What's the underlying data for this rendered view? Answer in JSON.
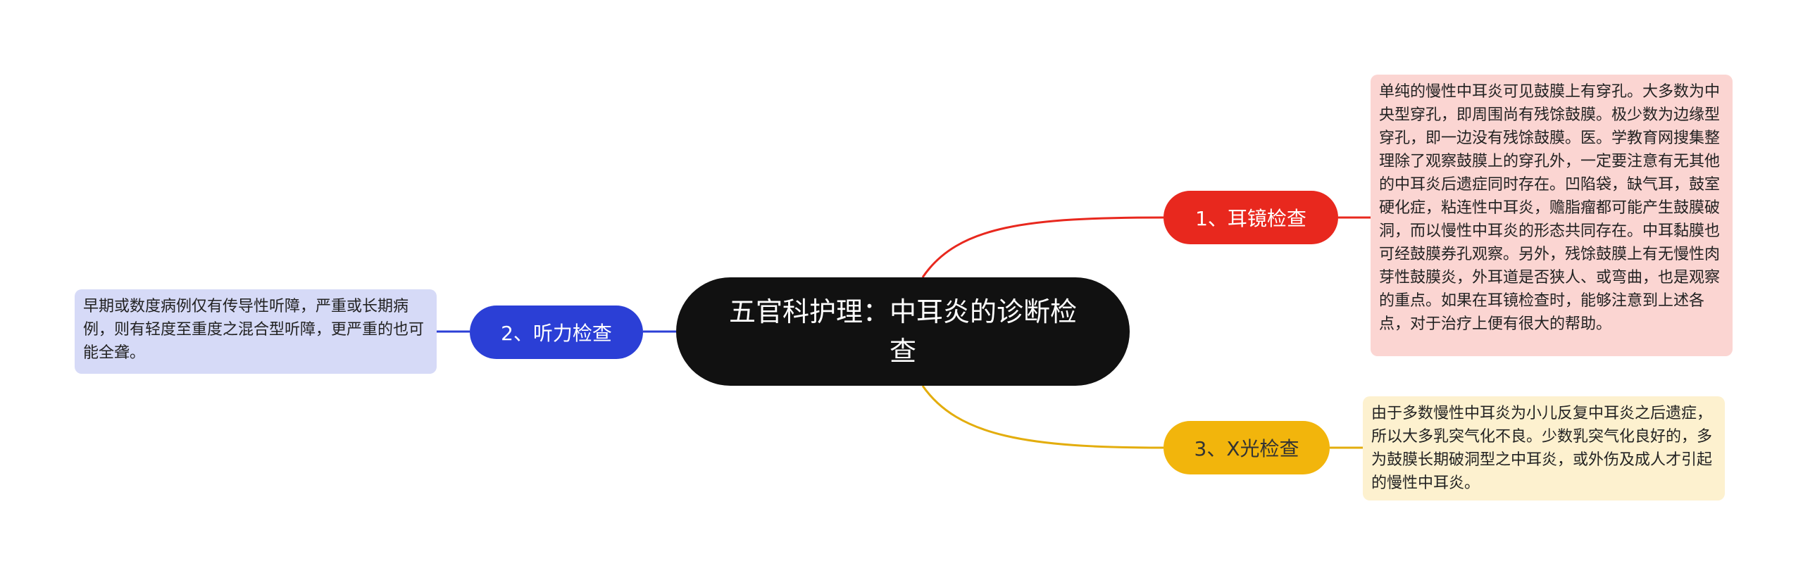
{
  "root": {
    "title": "五官科护理：中耳炎的诊断检查"
  },
  "branches": [
    {
      "label": "1、耳镜检查",
      "color": "#e8281e",
      "detail": "单纯的慢性中耳炎可见鼓膜上有穿孔。大多数为中央型穿孔，即周围尚有残馀鼓膜。极少数为边缘型穿孔，即一边没有残馀鼓膜。医。学教育网搜集整理除了观察鼓膜上的穿孔外，一定要注意有无其他的中耳炎后遗症同时存在。凹陷袋，缺气耳，鼓室硬化症，粘连性中耳炎，赡脂瘤都可能产生鼓膜破洞，而以慢性中耳炎的形态共同存在。中耳黏膜也可经鼓膜券孔观察。另外，残馀鼓膜上有无慢性肉芽性鼓膜炎，外耳道是否狭人、或弯曲，也是观察的重点。如果在耳镜检查时，能够注意到上述各点，对于治疗上便有很大的帮助。",
      "detail_bg": "#fbd5d2"
    },
    {
      "label": "2、听力检查",
      "color": "#2b3fd6",
      "detail": "早期或数度病例仅有传导性听障，严重或长期病例，则有轻度至重度之混合型听障，更严重的也可能全聋。",
      "detail_bg": "#d6daf7"
    },
    {
      "label": "3、X光检查",
      "color": "#f2b50c",
      "detail": "由于多数慢性中耳炎为小儿反复中耳炎之后遗症，所以大多乳突气化不良。少数乳突气化良好的，多为鼓膜长期破洞型之中耳炎，或外伤及成人才引起的慢性中耳炎。",
      "detail_bg": "#fdf1cf"
    }
  ]
}
